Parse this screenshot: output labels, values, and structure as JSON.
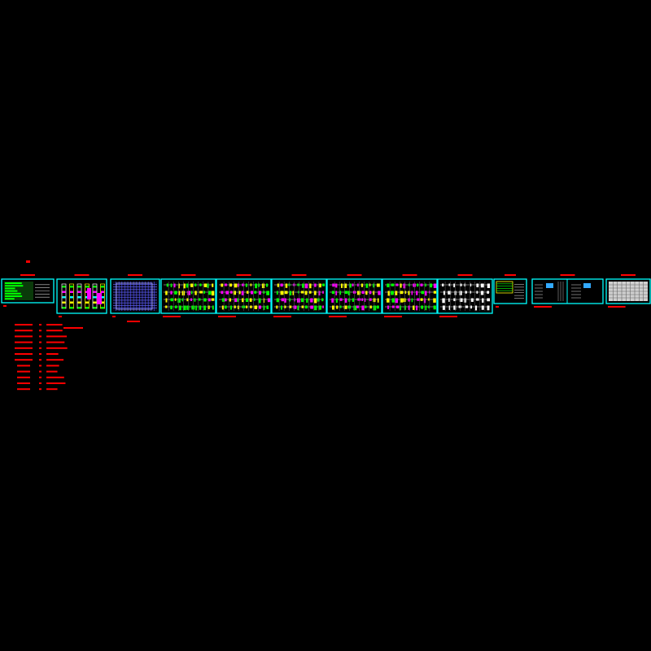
{
  "drawing": {
    "sheet_frame_color": "#00ffff",
    "annotation_color": "#ff0000",
    "content_colors": [
      "#ffff00",
      "#00ff00",
      "#ff00ff",
      "#ffffff",
      "#00ffff",
      "#4d4dff"
    ],
    "sheets": [
      {
        "id": "sheet-1",
        "content": "legend-blocks"
      },
      {
        "id": "sheet-2",
        "content": "column-sections"
      },
      {
        "id": "sheet-3",
        "content": "elevation-grid"
      },
      {
        "id": "sheet-4",
        "content": "floor-plan"
      },
      {
        "id": "sheet-5",
        "content": "floor-plan"
      },
      {
        "id": "sheet-6",
        "content": "floor-plan"
      },
      {
        "id": "sheet-7",
        "content": "floor-plan"
      },
      {
        "id": "sheet-8",
        "content": "floor-plan"
      },
      {
        "id": "sheet-9",
        "content": "floor-plan-sparse"
      },
      {
        "id": "sheet-10",
        "content": "detail-table"
      },
      {
        "id": "sheet-11",
        "content": "detail-split"
      },
      {
        "id": "sheet-12",
        "content": "schedule-table"
      }
    ],
    "index_list_rows": 12
  }
}
